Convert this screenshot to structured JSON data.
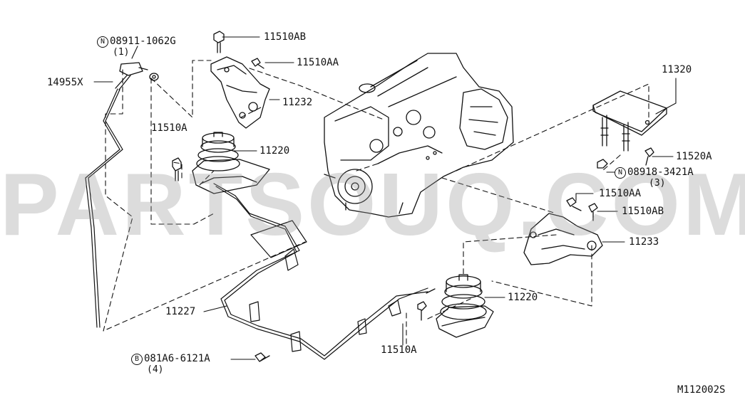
{
  "watermark": "PARTSOUQ.COM",
  "diagram_code": "M112002S",
  "labels": {
    "n_08911": {
      "prefix": "N",
      "text": "08911-1062G",
      "qty": "(1)"
    },
    "p_14955X": "14955X",
    "p_11510AB_top": "11510AB",
    "p_11510AA_top": "11510AA",
    "p_11232": "11232",
    "p_11510A_left": "11510A",
    "p_11220_top": "11220",
    "p_11320": "11320",
    "p_11520A": "11520A",
    "n_08918": {
      "prefix": "N",
      "text": "08918-3421A",
      "qty": "(3)"
    },
    "p_11510AA_right": "11510AA",
    "p_11510AB_right": "11510AB",
    "p_11233": "11233",
    "p_11220_bottom": "11220",
    "p_11227": "11227",
    "p_11510A_bottom": "11510A",
    "b_081A6": {
      "prefix": "B",
      "text": "081A6-6121A",
      "qty": "(4)"
    }
  }
}
